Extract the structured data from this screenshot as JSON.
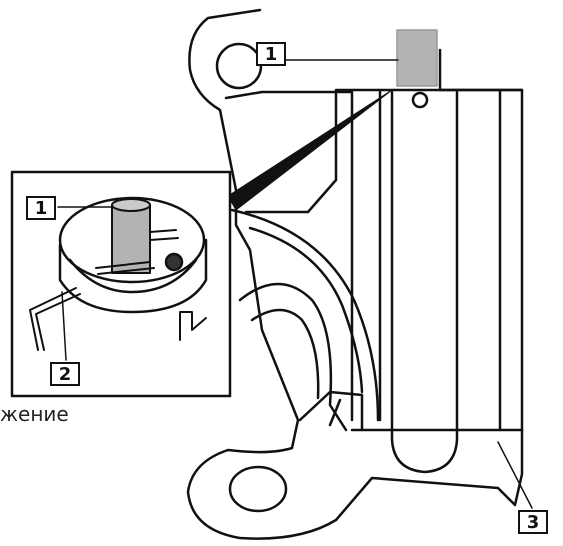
{
  "callouts": {
    "label_1_top": "1",
    "label_1_inset": "1",
    "label_2": "2",
    "label_3": "3"
  },
  "text_fragment": "жение",
  "colors": {
    "line": "#111111",
    "pin_fill": "#b3b3b3",
    "background": "#ffffff"
  }
}
